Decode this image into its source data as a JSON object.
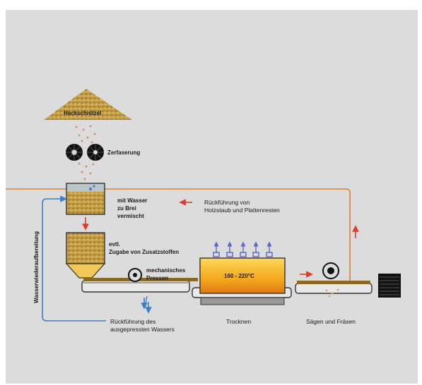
{
  "labels": {
    "pile": "Hackschnitzel",
    "defibration": "Zerfaserung",
    "mix_line1": "mit Wasser",
    "mix_line2": "zu Brei",
    "mix_line3": "vermischt",
    "additive_line1": "evtl.",
    "additive_line2": "Zugabe von Zusatzstoffen",
    "press_line1": "mechanisches",
    "press_line2": "Pressen",
    "dryer_temp": "160 - 220°C",
    "dry": "Trocknen",
    "saw": "Sägen und Fräsen",
    "return_dust_line1": "Rückführung von",
    "return_dust_line2": "Holzstaub und Plattenresten",
    "return_water_line1": "Rückführung des",
    "return_water_line2": "ausgepressten Wassers",
    "water_treatment": "Wasserwiederaufbereitung"
  },
  "colors": {
    "panel": "#dcdcdc",
    "chips": "#c9a24a",
    "return_line": "#d9803a",
    "water_line": "#3a7fc8",
    "arrow": "#e03a2a",
    "dryer": "#f4a81c",
    "steam": "#5566cc"
  }
}
